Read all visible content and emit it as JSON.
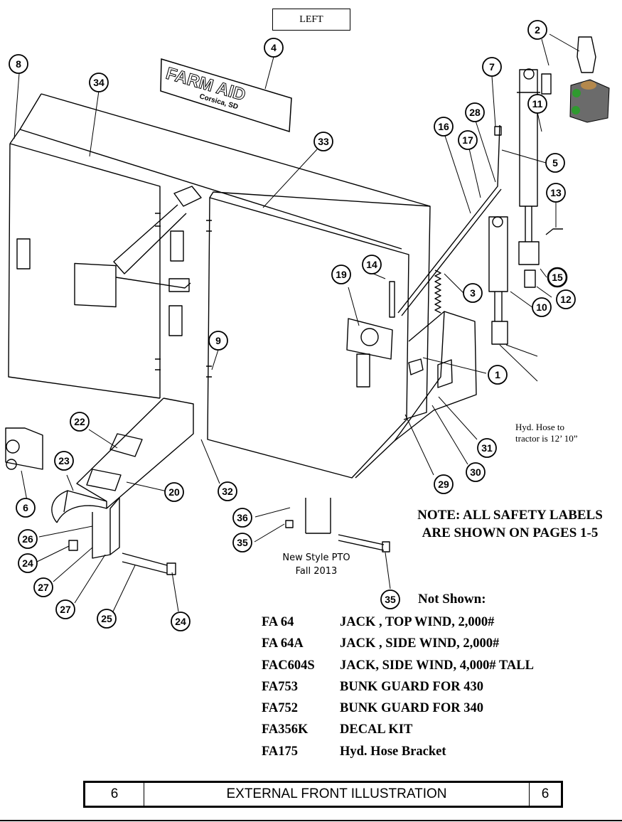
{
  "header": {
    "label": "LEFT"
  },
  "logo": {
    "text": "FARM AID",
    "subtext": "Corsica, SD"
  },
  "callouts": [
    "8",
    "34",
    "4",
    "2",
    "7",
    "28",
    "11",
    "16",
    "17",
    "33",
    "5",
    "13",
    "3",
    "14",
    "19",
    "12",
    "10",
    "15",
    "1",
    "9",
    "22",
    "23",
    "6",
    "20",
    "32",
    "26",
    "24",
    "27",
    "25",
    "31",
    "30",
    "29",
    "36",
    "35"
  ],
  "hose_note": {
    "line1": "Hyd. Hose to",
    "line2": "tractor is 12’ 10”"
  },
  "safety_note": {
    "line1": "NOTE: ALL SAFETY LABELS",
    "line2": "ARE SHOWN ON PAGES 1-5"
  },
  "pto_note": {
    "line1": "New Style PTO",
    "line2": "Fall 2013"
  },
  "not_shown": {
    "title": "Not Shown:",
    "items": [
      {
        "code": "FA 64",
        "desc": "JACK , TOP  WIND, 2,000#"
      },
      {
        "code": "FA 64A",
        "desc": "JACK , SIDE WIND, 2,000#"
      },
      {
        "code": "FAC604S",
        "desc": "JACK, SIDE WIND, 4,000# TALL"
      },
      {
        "code": "FA753",
        "desc": "BUNK GUARD FOR 430"
      },
      {
        "code": "FA752",
        "desc": "BUNK GUARD FOR 340"
      },
      {
        "code": "FA356K",
        "desc": "DECAL KIT"
      },
      {
        "code": "FA175",
        "desc": "Hyd. Hose Bracket"
      }
    ]
  },
  "footer": {
    "page_left": "6",
    "title": "EXTERNAL FRONT ILLUSTRATION",
    "page_right": "6"
  },
  "colors": {
    "ink": "#000000",
    "valve_green": "#2f9a2f",
    "valve_body": "#6b6b6b"
  }
}
